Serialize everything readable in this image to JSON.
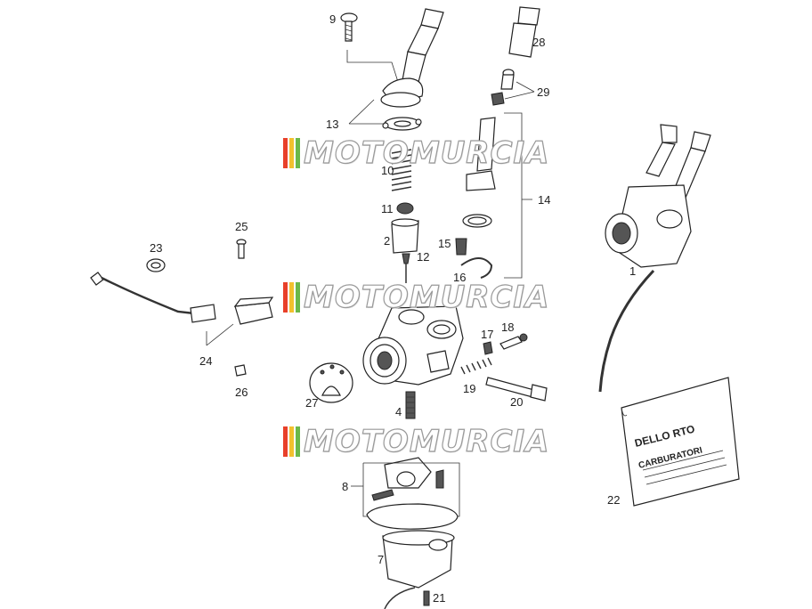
{
  "watermark": {
    "text": "MOTOMURCIA",
    "colors": [
      "#e8402a",
      "#f2c12e",
      "#6bb84a"
    ]
  },
  "labels": {
    "l1": "1",
    "l2": "2",
    "l4": "4",
    "l7": "7",
    "l8": "8",
    "l9": "9",
    "l10": "10",
    "l11": "11",
    "l12": "12",
    "l13": "13",
    "l14": "14",
    "l15": "15",
    "l16": "16",
    "l17": "17",
    "l18": "18",
    "l19": "19",
    "l20": "20",
    "l21": "21",
    "l22": "22",
    "l23": "23",
    "l24": "24",
    "l25": "25",
    "l26": "26",
    "l27": "27",
    "l28": "28",
    "l29": "29"
  },
  "bag": {
    "line1": "DELLO RTO",
    "line2": "CARBURATORI"
  }
}
